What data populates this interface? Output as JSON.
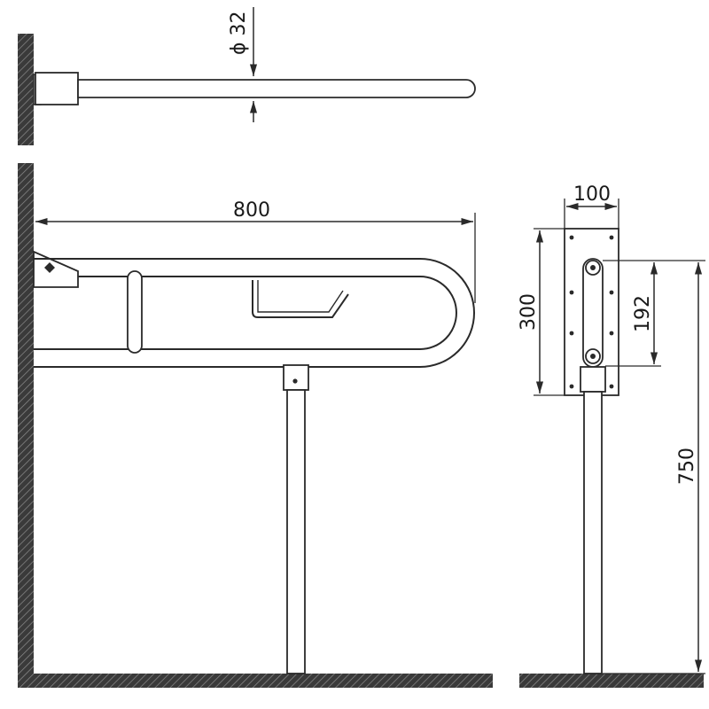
{
  "dimensions": {
    "tube_diameter": "ϕ 32",
    "rail_length": "800",
    "plate_width": "100",
    "plate_height": "300",
    "hinge_spacing": "192",
    "install_height": "750"
  },
  "colors": {
    "line": "#2a2a2a",
    "hatch": "#555555",
    "wall": "#2b2b2b",
    "background": "#ffffff"
  }
}
